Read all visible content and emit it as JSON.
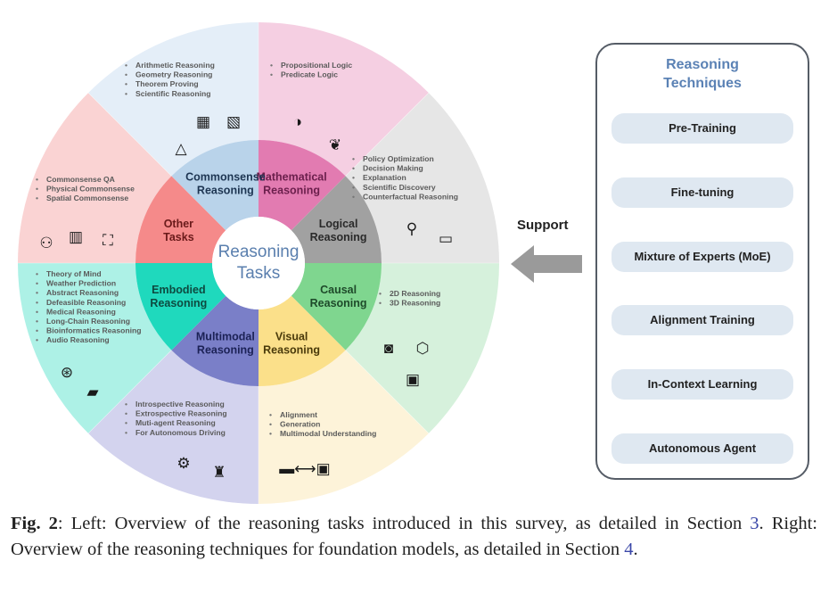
{
  "wheel": {
    "center_title": [
      "Reasoning",
      "Tasks"
    ],
    "segments": [
      {
        "id": "mathematical",
        "label": [
          "Mathematical",
          "Reasoning"
        ],
        "inner_color": "#e27bb1",
        "outer_color": "#f5cfe2",
        "text_color": "#6b1f4c",
        "items": [
          "Arithmetic Reasoning",
          "Geometry Reasoning",
          "Theorem Proving",
          "Scientific Reasoning"
        ],
        "icons": [
          "pyramid-geometry-icon",
          "calculator-grid-icon",
          "formula-sheet-icon"
        ],
        "glyphs": [
          "△",
          "▦",
          "▧"
        ]
      },
      {
        "id": "logical",
        "label": [
          "Logical",
          "Reasoning"
        ],
        "inner_color": "#a1a1a1",
        "outer_color": "#e6e6e6",
        "text_color": "#2a2a2a",
        "items": [
          "Propositional Logic",
          "Predicate Logic"
        ],
        "icons": [
          "brain-idea-icon",
          "brain-icon"
        ],
        "glyphs": [
          "◑",
          "❦"
        ]
      },
      {
        "id": "causal",
        "label": [
          "Causal",
          "Reasoning"
        ],
        "inner_color": "#7fd68f",
        "outer_color": "#d6f1dc",
        "text_color": "#1e4a2a",
        "items": [
          "Policy Optimization",
          "Decision Making",
          "Explanation",
          "Scientific Discovery",
          "Counterfactual Reasoning"
        ],
        "icons": [
          "lightbulb-search-icon",
          "presentation-icon"
        ],
        "glyphs": [
          "⚲",
          "▭"
        ]
      },
      {
        "id": "visual",
        "label": [
          "Visual",
          "Reasoning"
        ],
        "inner_color": "#fbe08a",
        "outer_color": "#fdf3d9",
        "text_color": "#4a3a0a",
        "items": [
          "2D Reasoning",
          "3D Reasoning"
        ],
        "icons": [
          "camera-icon",
          "cube-icon",
          "image-icon"
        ],
        "glyphs": [
          "◙",
          "⬡",
          "▣"
        ]
      },
      {
        "id": "multimodal",
        "label": [
          "Multimodal",
          "Reasoning"
        ],
        "inner_color": "#7a7fc8",
        "outer_color": "#d3d3ee",
        "text_color": "#1c2256",
        "items": [
          "Alignment",
          "Generation",
          "Multimodal Understanding"
        ],
        "icons": [
          "text-to-image-icon"
        ],
        "glyphs": [
          "▬⟷▣"
        ]
      },
      {
        "id": "embodied",
        "label": [
          "Embodied",
          "Reasoning"
        ],
        "inner_color": "#1fd9bd",
        "outer_color": "#adf1e6",
        "text_color": "#0d4a40",
        "items": [
          "Introspective Reasoning",
          "Extrospective Reasoning",
          "Muti-agent Reasoning",
          "For Autonomous Driving"
        ],
        "icons": [
          "robot-arm-icon",
          "robot-icon"
        ],
        "glyphs": [
          "⚙",
          "♜"
        ]
      },
      {
        "id": "other",
        "label": [
          "Other",
          "Tasks"
        ],
        "inner_color": "#f58a8a",
        "outer_color": "#fad3d3",
        "text_color": "#6a1a1a",
        "items": [
          "Theory of Mind",
          "Weather Prediction",
          "Abstract Reasoning",
          "Defeasible Reasoning",
          "Medical Reasoning",
          "Long-Chain Reasoning",
          "Bioinformatics Reasoning",
          "Audio Reasoning"
        ],
        "icons": [
          "steering-wheel-icon",
          "car-icon"
        ],
        "glyphs": [
          "⊛",
          "▰"
        ]
      },
      {
        "id": "commonsense",
        "label": [
          "Commonsense",
          "Reasoning"
        ],
        "inner_color": "#b9d3ea",
        "outer_color": "#e4eef8",
        "text_color": "#1d3552",
        "items": [
          "Commonsense QA",
          "Physical Commonsense",
          "Spatial Commonsense"
        ],
        "icons": [
          "people-chat-icon",
          "keyboard-hand-icon",
          "network-nodes-icon"
        ],
        "glyphs": [
          "⚇",
          "▥",
          "⛶"
        ]
      }
    ]
  },
  "support": {
    "label": "Support",
    "arrow_color": "#9a9a9a"
  },
  "techniques": {
    "title": [
      "Reasoning",
      "Techniques"
    ],
    "items": [
      "Pre-Training",
      "Fine-tuning",
      "Mixture of Experts (MoE)",
      "Alignment Training",
      "In-Context Learning",
      "Autonomous Agent"
    ]
  },
  "caption": {
    "fig": "Fig. 2",
    "part1": ": Left: Overview of the reasoning tasks introduced in this survey, as detailed in Section ",
    "ref1": "3",
    "part2": ". Right: Overview of the reasoning techniques for foundation models, as detailed in Section ",
    "ref2": "4",
    "part3": "."
  }
}
